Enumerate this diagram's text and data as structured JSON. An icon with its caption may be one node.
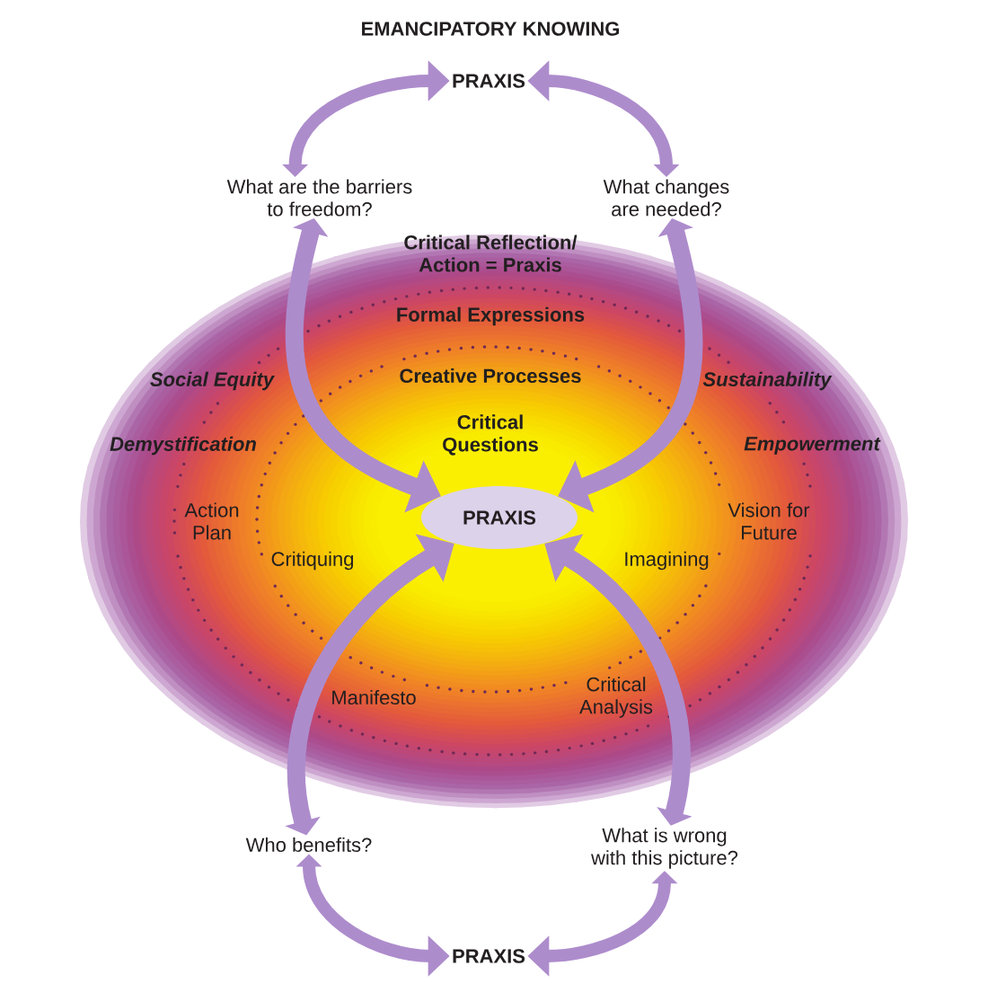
{
  "diagram": {
    "title": "EMANCIPATORY KNOWING",
    "nodes": [
      {
        "text": [
          "PRAXIS"
        ]
      },
      {
        "text": [
          "What are the barriers to freedom?"
        ]
      },
      {
        "text": [
          "What changes are needed?"
        ]
      },
      {
        "text": [
          "Critical Reflection/ Action = Praxis",
          "Formal Expressions",
          "Social Equity",
          "Creative Processes",
          "Sustainability",
          "Demystification",
          "Critical Questions",
          "Empowerment",
          "Action Plan",
          "Vision for Future",
          "Critiquing",
          "Imagining",
          "Manifesto",
          "Critical Analysis"
        ]
      },
      {
        "text": [
          "PRAXIS"
        ],
        "in": 3
      },
      {
        "text": [
          "Who benefits?"
        ]
      },
      {
        "text": [
          "What is wrong with this picture?"
        ]
      },
      {
        "text": [
          "PRAXIS"
        ]
      }
    ],
    "edges": [
      {
        "from": 1,
        "to": 0,
        "arrow": "both"
      },
      {
        "from": 2,
        "to": 0,
        "arrow": "both"
      },
      {
        "from": 1,
        "to": 4,
        "arrow": "both"
      },
      {
        "from": 2,
        "to": 4,
        "arrow": "both"
      },
      {
        "from": 5,
        "to": 4,
        "arrow": "both"
      },
      {
        "from": 6,
        "to": 4,
        "arrow": "both"
      },
      {
        "from": 5,
        "to": 7,
        "arrow": "both"
      },
      {
        "from": 6,
        "to": 7,
        "arrow": "both"
      }
    ]
  }
}
